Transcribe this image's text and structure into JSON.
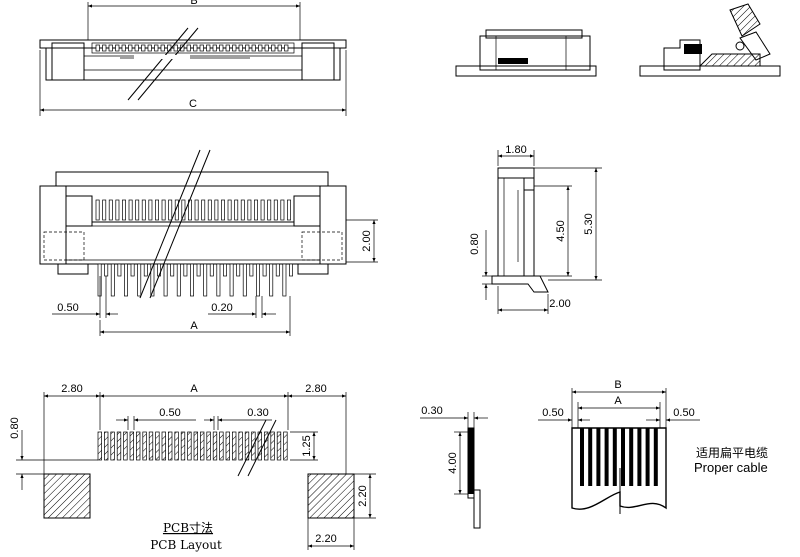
{
  "top_view": {
    "dim_b": "B",
    "dim_c": "C"
  },
  "front_view": {
    "dim_pitch_left": "0.50",
    "dim_pitch": "0.20",
    "dim_a": "A",
    "dim_height": "2.00"
  },
  "side_view": {
    "dim_width": "1.80",
    "dim_inner": "4.50",
    "dim_total": "5.30",
    "dim_step": "0.80",
    "dim_foot": "2.00"
  },
  "pcb_layout": {
    "dim_left": "2.80",
    "dim_a": "A",
    "dim_right": "2.80",
    "dim_pitch": "0.50",
    "dim_pad_width": "0.30",
    "dim_offset": "0.80",
    "dim_pad_len": "1.25",
    "dim_land_h": "2.20",
    "dim_land_w": "2.20",
    "title_cn": "PCB寸法",
    "title_en": "PCB Layout"
  },
  "cable_side": {
    "dim_thick": "0.30",
    "dim_len": "4.00"
  },
  "cable": {
    "dim_b": "B",
    "dim_a": "A",
    "dim_left": "0.50",
    "dim_right": "0.50",
    "label_cn": "适用扁平电缆",
    "label_en": "Proper cable"
  }
}
